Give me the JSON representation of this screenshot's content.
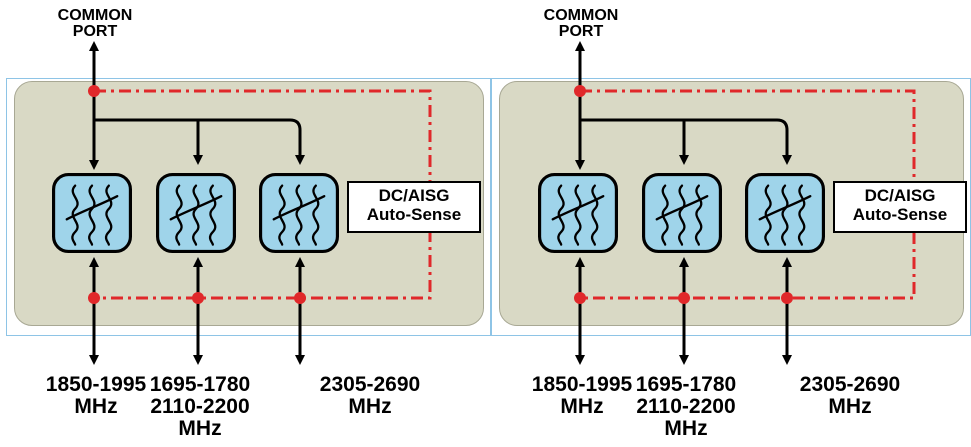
{
  "panels": [
    {
      "common_port": "COMMON\nPORT",
      "controller_label": "DC/AISG\nAuto-Sense",
      "bands": [
        {
          "label": "1850-1995\nMHz"
        },
        {
          "label": "1695-1780\n2110-2200\nMHz"
        },
        {
          "label": "2305-2690\nMHz"
        }
      ]
    },
    {
      "common_port": "COMMON\nPORT",
      "controller_label": "DC/AISG\nAuto-Sense",
      "bands": [
        {
          "label": "1850-1995\nMHz"
        },
        {
          "label": "1695-1780\n2110-2200\nMHz"
        },
        {
          "label": "2305-2690\nMHz"
        }
      ]
    }
  ],
  "colors": {
    "panel_fill": "#d9d9c5",
    "filter_fill": "#9fd4ea",
    "dc_path": "#e0282a",
    "signal_path": "#000000",
    "frame": "#8ec4e6"
  },
  "icons": [
    "bandpass-filter-icon",
    "arrow-icon",
    "junction-dot-icon"
  ]
}
